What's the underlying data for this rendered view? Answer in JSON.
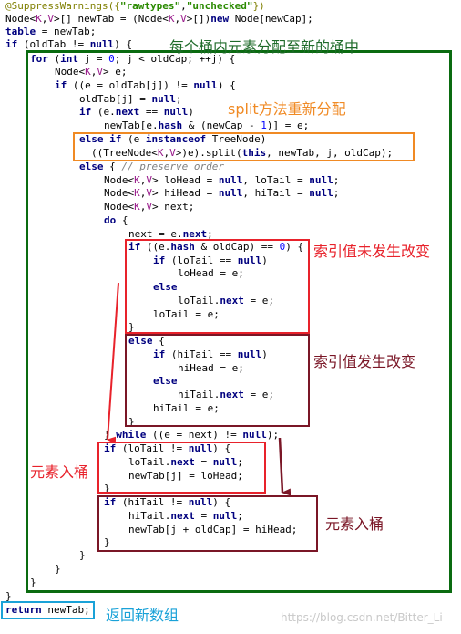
{
  "code_lines": [
    {
      "tokens": [
        {
          "t": "@SuppressWarnings({",
          "c": "ann"
        },
        {
          "t": "\"rawtypes\"",
          "c": "str"
        },
        {
          "t": ",",
          "c": ""
        },
        {
          "t": "\"unchecked\"",
          "c": "str"
        },
        {
          "t": "})",
          "c": "ann"
        }
      ]
    },
    {
      "tokens": [
        {
          "t": "Node<",
          "c": ""
        },
        {
          "t": "K",
          "c": "gen"
        },
        {
          "t": ",",
          "c": ""
        },
        {
          "t": "V",
          "c": "gen"
        },
        {
          "t": ">[] newTab = (Node<",
          "c": ""
        },
        {
          "t": "K",
          "c": "gen"
        },
        {
          "t": ",",
          "c": ""
        },
        {
          "t": "V",
          "c": "gen"
        },
        {
          "t": ">[])",
          "c": ""
        },
        {
          "t": "new",
          "c": "kw"
        },
        {
          "t": " Node[newCap];",
          "c": ""
        }
      ]
    },
    {
      "tokens": [
        {
          "t": "table",
          "c": "kw"
        },
        {
          "t": " = newTab;",
          "c": ""
        }
      ]
    },
    {
      "tokens": [
        {
          "t": "if",
          "c": "kw"
        },
        {
          "t": " (oldTab != ",
          "c": ""
        },
        {
          "t": "null",
          "c": "kw"
        },
        {
          "t": ") {",
          "c": ""
        }
      ]
    },
    {
      "tokens": [
        {
          "t": "for",
          "c": "kw"
        },
        {
          "t": " (",
          "c": ""
        },
        {
          "t": "int",
          "c": "kw"
        },
        {
          "t": " j = ",
          "c": ""
        },
        {
          "t": "0",
          "c": "num"
        },
        {
          "t": "; j < oldCap; ++j) {",
          "c": ""
        }
      ]
    },
    {
      "tokens": [
        {
          "t": "Node<",
          "c": ""
        },
        {
          "t": "K",
          "c": "gen"
        },
        {
          "t": ",",
          "c": ""
        },
        {
          "t": "V",
          "c": "gen"
        },
        {
          "t": "> e;",
          "c": ""
        }
      ]
    },
    {
      "tokens": [
        {
          "t": "if",
          "c": "kw"
        },
        {
          "t": " ((e = oldTab[j]) != ",
          "c": ""
        },
        {
          "t": "null",
          "c": "kw"
        },
        {
          "t": ") {",
          "c": ""
        }
      ]
    },
    {
      "tokens": [
        {
          "t": "oldTab[j] = ",
          "c": ""
        },
        {
          "t": "null",
          "c": "kw"
        },
        {
          "t": ";",
          "c": ""
        }
      ]
    },
    {
      "tokens": [
        {
          "t": "if",
          "c": "kw"
        },
        {
          "t": " (e.",
          "c": ""
        },
        {
          "t": "next",
          "c": "kw"
        },
        {
          "t": " == ",
          "c": ""
        },
        {
          "t": "null",
          "c": "kw"
        },
        {
          "t": ")",
          "c": ""
        }
      ]
    },
    {
      "tokens": [
        {
          "t": "newTab[e.",
          "c": ""
        },
        {
          "t": "hash",
          "c": "kw"
        },
        {
          "t": " & (newCap - ",
          "c": ""
        },
        {
          "t": "1",
          "c": "num"
        },
        {
          "t": ")] = e;",
          "c": ""
        }
      ]
    },
    {
      "tokens": [
        {
          "t": "else if",
          "c": "kw"
        },
        {
          "t": " (e ",
          "c": ""
        },
        {
          "t": "instanceof",
          "c": "kw"
        },
        {
          "t": " TreeNode)",
          "c": ""
        }
      ]
    },
    {
      "tokens": [
        {
          "t": "((TreeNode<",
          "c": ""
        },
        {
          "t": "K",
          "c": "gen"
        },
        {
          "t": ",",
          "c": ""
        },
        {
          "t": "V",
          "c": "gen"
        },
        {
          "t": ">)e).split(",
          "c": ""
        },
        {
          "t": "this",
          "c": "kw"
        },
        {
          "t": ", newTab, j, oldCap);",
          "c": ""
        }
      ]
    },
    {
      "tokens": [
        {
          "t": "else",
          "c": "kw"
        },
        {
          "t": " { ",
          "c": ""
        },
        {
          "t": "// preserve order",
          "c": "cmt"
        }
      ]
    },
    {
      "tokens": [
        {
          "t": "Node<",
          "c": ""
        },
        {
          "t": "K",
          "c": "gen"
        },
        {
          "t": ",",
          "c": ""
        },
        {
          "t": "V",
          "c": "gen"
        },
        {
          "t": "> loHead = ",
          "c": ""
        },
        {
          "t": "null",
          "c": "kw"
        },
        {
          "t": ", loTail = ",
          "c": ""
        },
        {
          "t": "null",
          "c": "kw"
        },
        {
          "t": ";",
          "c": ""
        }
      ]
    },
    {
      "tokens": [
        {
          "t": "Node<",
          "c": ""
        },
        {
          "t": "K",
          "c": "gen"
        },
        {
          "t": ",",
          "c": ""
        },
        {
          "t": "V",
          "c": "gen"
        },
        {
          "t": "> hiHead = ",
          "c": ""
        },
        {
          "t": "null",
          "c": "kw"
        },
        {
          "t": ", hiTail = ",
          "c": ""
        },
        {
          "t": "null",
          "c": "kw"
        },
        {
          "t": ";",
          "c": ""
        }
      ]
    },
    {
      "tokens": [
        {
          "t": "Node<",
          "c": ""
        },
        {
          "t": "K",
          "c": "gen"
        },
        {
          "t": ",",
          "c": ""
        },
        {
          "t": "V",
          "c": "gen"
        },
        {
          "t": "> next;",
          "c": ""
        }
      ]
    },
    {
      "tokens": [
        {
          "t": "do",
          "c": "kw"
        },
        {
          "t": " {",
          "c": ""
        }
      ]
    },
    {
      "tokens": [
        {
          "t": "next = e.",
          "c": ""
        },
        {
          "t": "next",
          "c": "kw"
        },
        {
          "t": ";",
          "c": ""
        }
      ]
    },
    {
      "tokens": [
        {
          "t": "if",
          "c": "kw"
        },
        {
          "t": " ((e.",
          "c": ""
        },
        {
          "t": "hash",
          "c": "kw"
        },
        {
          "t": " & oldCap) == ",
          "c": ""
        },
        {
          "t": "0",
          "c": "num"
        },
        {
          "t": ") {",
          "c": ""
        }
      ]
    },
    {
      "tokens": [
        {
          "t": "if",
          "c": "kw"
        },
        {
          "t": " (loTail == ",
          "c": ""
        },
        {
          "t": "null",
          "c": "kw"
        },
        {
          "t": ")",
          "c": ""
        }
      ]
    },
    {
      "tokens": [
        {
          "t": "loHead = e;",
          "c": ""
        }
      ]
    },
    {
      "tokens": [
        {
          "t": "else",
          "c": "kw"
        }
      ]
    },
    {
      "tokens": [
        {
          "t": "loTail.",
          "c": ""
        },
        {
          "t": "next",
          "c": "kw"
        },
        {
          "t": " = e;",
          "c": ""
        }
      ]
    },
    {
      "tokens": [
        {
          "t": "loTail = e;",
          "c": ""
        }
      ]
    },
    {
      "tokens": [
        {
          "t": "}",
          "c": ""
        }
      ]
    },
    {
      "tokens": [
        {
          "t": "else",
          "c": "kw"
        },
        {
          "t": " {",
          "c": ""
        }
      ]
    },
    {
      "tokens": [
        {
          "t": "if",
          "c": "kw"
        },
        {
          "t": " (hiTail == ",
          "c": ""
        },
        {
          "t": "null",
          "c": "kw"
        },
        {
          "t": ")",
          "c": ""
        }
      ]
    },
    {
      "tokens": [
        {
          "t": "hiHead = e;",
          "c": ""
        }
      ]
    },
    {
      "tokens": [
        {
          "t": "else",
          "c": "kw"
        }
      ]
    },
    {
      "tokens": [
        {
          "t": "hiTail.",
          "c": ""
        },
        {
          "t": "next",
          "c": "kw"
        },
        {
          "t": " = e;",
          "c": ""
        }
      ]
    },
    {
      "tokens": [
        {
          "t": "hiTail = e;",
          "c": ""
        }
      ]
    },
    {
      "tokens": [
        {
          "t": "}",
          "c": ""
        }
      ]
    },
    {
      "tokens": [
        {
          "t": "} ",
          "c": ""
        },
        {
          "t": "while",
          "c": "kw"
        },
        {
          "t": " ((e = next) != ",
          "c": ""
        },
        {
          "t": "null",
          "c": "kw"
        },
        {
          "t": ");",
          "c": ""
        }
      ]
    },
    {
      "tokens": [
        {
          "t": "if",
          "c": "kw"
        },
        {
          "t": " (loTail != ",
          "c": ""
        },
        {
          "t": "null",
          "c": "kw"
        },
        {
          "t": ") {",
          "c": ""
        }
      ]
    },
    {
      "tokens": [
        {
          "t": "loTail.",
          "c": ""
        },
        {
          "t": "next",
          "c": "kw"
        },
        {
          "t": " = ",
          "c": ""
        },
        {
          "t": "null",
          "c": "kw"
        },
        {
          "t": ";",
          "c": ""
        }
      ]
    },
    {
      "tokens": [
        {
          "t": "newTab[j] = loHead;",
          "c": ""
        }
      ]
    },
    {
      "tokens": [
        {
          "t": "}",
          "c": ""
        }
      ]
    },
    {
      "tokens": [
        {
          "t": "if",
          "c": "kw"
        },
        {
          "t": " (hiTail != ",
          "c": ""
        },
        {
          "t": "null",
          "c": "kw"
        },
        {
          "t": ") {",
          "c": ""
        }
      ]
    },
    {
      "tokens": [
        {
          "t": "hiTail.",
          "c": ""
        },
        {
          "t": "next",
          "c": "kw"
        },
        {
          "t": " = ",
          "c": ""
        },
        {
          "t": "null",
          "c": "kw"
        },
        {
          "t": ";",
          "c": ""
        }
      ]
    },
    {
      "tokens": [
        {
          "t": "newTab[j + oldCap] = hiHead;",
          "c": ""
        }
      ]
    },
    {
      "tokens": [
        {
          "t": "}",
          "c": ""
        }
      ]
    },
    {
      "tokens": [
        {
          "t": "}",
          "c": ""
        }
      ]
    },
    {
      "tokens": [
        {
          "t": "}",
          "c": ""
        }
      ]
    },
    {
      "tokens": [
        {
          "t": "}",
          "c": ""
        }
      ]
    },
    {
      "tokens": [
        {
          "t": "}",
          "c": ""
        }
      ]
    },
    {
      "tokens": [
        {
          "t": "return",
          "c": "kw"
        },
        {
          "t": " newTab;",
          "c": ""
        }
      ]
    }
  ],
  "annotations": {
    "loop_label": "每个桶内元素分配至新的桶中",
    "split_label": "split方法重新分配",
    "unchanged_label": "索引值未发生改变",
    "changed_label": "索引值发生改变",
    "lo_bucket_label": "元素入桶",
    "hi_bucket_label": "元素入桶",
    "return_label": "返回新数组"
  },
  "colors": {
    "green": "#0a6b10",
    "orange": "#f08a24",
    "red": "#e8222b",
    "dark_red": "#7a1626",
    "cyan": "#1aa2d8",
    "label_green": "#1f6b2a"
  },
  "watermark": "https://blog.csdn.net/Bitter_Li"
}
